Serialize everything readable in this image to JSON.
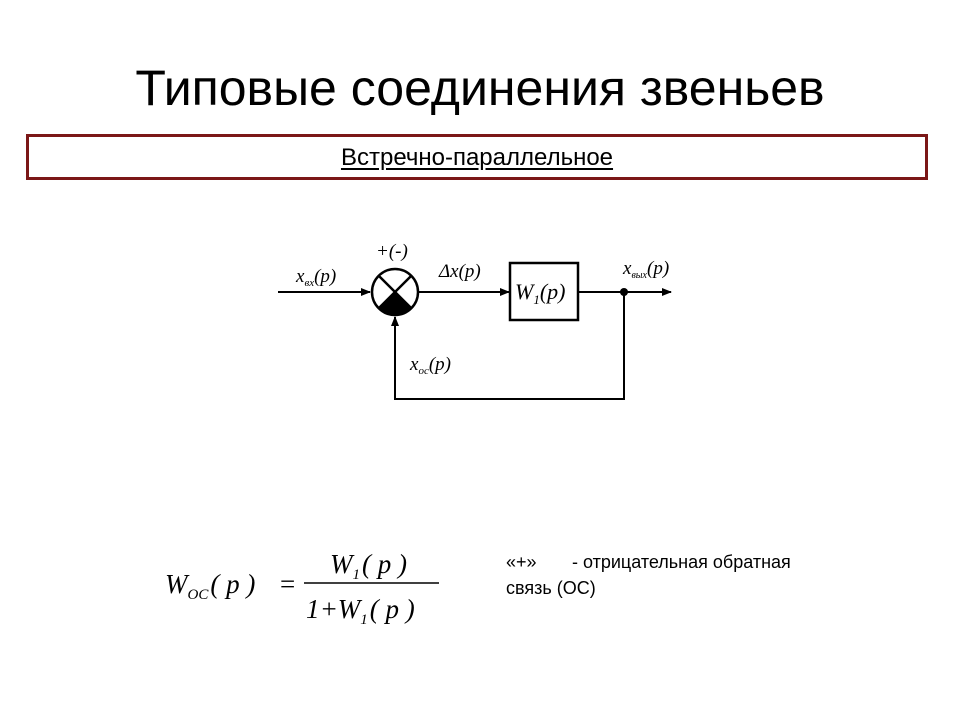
{
  "slide": {
    "title": "Типовые соединения звеньев",
    "subtitle": "Встречно-параллельное"
  },
  "diagram": {
    "input_var": "x",
    "input_sub": "вх",
    "input_arg": "(p)",
    "sign_label": "+(-)",
    "error_label": "Δx(p)",
    "block_var": "W",
    "block_sub": "1",
    "block_arg": "(p)",
    "output_var": "x",
    "output_sub": "вых",
    "output_arg": "(p)",
    "feedback_var": "x",
    "feedback_sub": "ос",
    "feedback_arg": "(p)"
  },
  "formula": {
    "lhs_var": "W",
    "lhs_sub": "OC",
    "lhs_arg": "( p )",
    "equals": "=",
    "num_var": "W",
    "num_sub": "1",
    "num_arg": "( p )",
    "den_one": "1",
    "den_plus": "+",
    "den_var": "W",
    "den_sub": "1",
    "den_arg": "( p )"
  },
  "note": {
    "sign": "«+»",
    "line1": "- отрицательная обратная",
    "line2": "связь (ОС)"
  }
}
